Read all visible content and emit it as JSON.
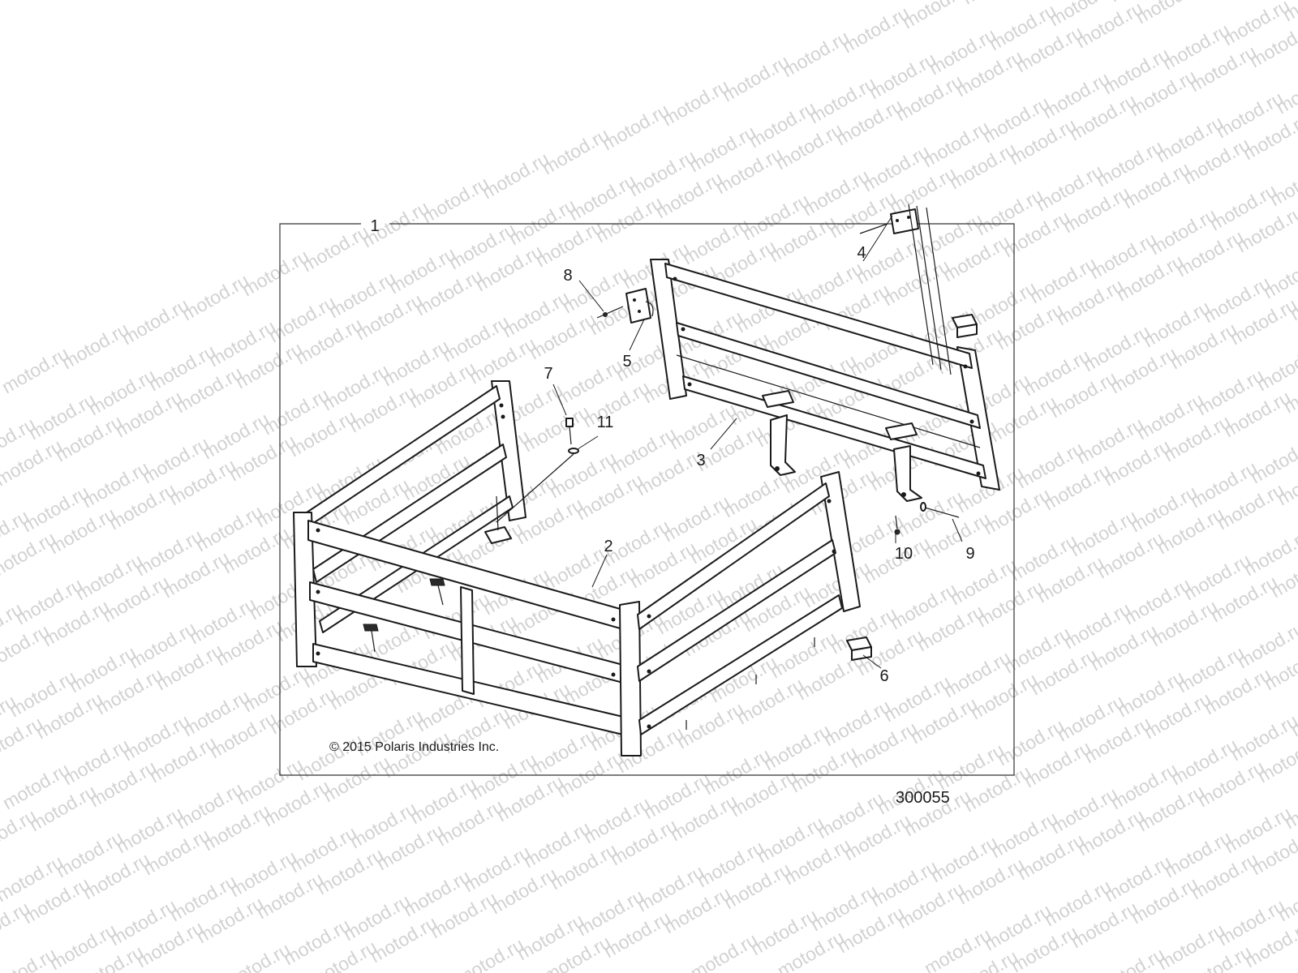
{
  "watermark": {
    "text": "motod.ru"
  },
  "diagram": {
    "figure_number": "300055",
    "copyright": "© 2015 Polaris Industries Inc.",
    "callouts": {
      "c1": "1",
      "c2": "2",
      "c3": "3",
      "c4": "4",
      "c5": "5",
      "c6": "6",
      "c7": "7",
      "c8": "8",
      "c9": "9",
      "c10": "10",
      "c11": "11"
    }
  }
}
